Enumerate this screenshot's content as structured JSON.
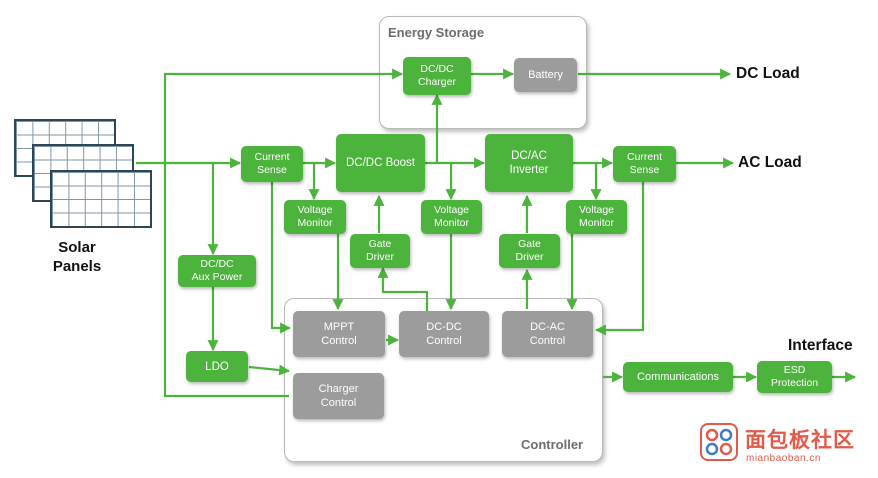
{
  "title": "",
  "groups": {
    "energy_storage": "Energy Storage",
    "controller": "Controller"
  },
  "blocks": {
    "dcdc_charger": "DC/DC\nCharger",
    "battery": "Battery",
    "current_sense_1": "Current\nSense",
    "dcdc_boost": "DC/DC Boost",
    "dcac_inverter": "DC/AC\nInverter",
    "current_sense_2": "Current\nSense",
    "voltage_monitor_1": "Voltage\nMonitor",
    "voltage_monitor_2": "Voltage\nMonitor",
    "voltage_monitor_3": "Voltage\nMonitor",
    "gate_driver_1": "Gate\nDriver",
    "gate_driver_2": "Gate\nDriver",
    "dcdc_aux_power": "DC/DC\nAux Power",
    "ldo": "LDO",
    "mppt_control": "MPPT\nControl",
    "dcdc_control": "DC-DC\nControl",
    "dcac_control": "DC-AC\nControl",
    "charger_control": "Charger\nControl",
    "communications": "Communications",
    "esd_protection": "ESD\nProtection"
  },
  "labels": {
    "dc_load": "DC Load",
    "ac_load": "AC Load",
    "interface": "Interface",
    "solar_panels": "Solar\nPanels"
  },
  "watermark": {
    "text": "面包板社区",
    "sub": "mianbaoban.cn"
  },
  "colors": {
    "green": "#4cb43c",
    "gray": "#9c9c9c",
    "wire": "#4cb43c",
    "watermark": "#e25b4a"
  }
}
